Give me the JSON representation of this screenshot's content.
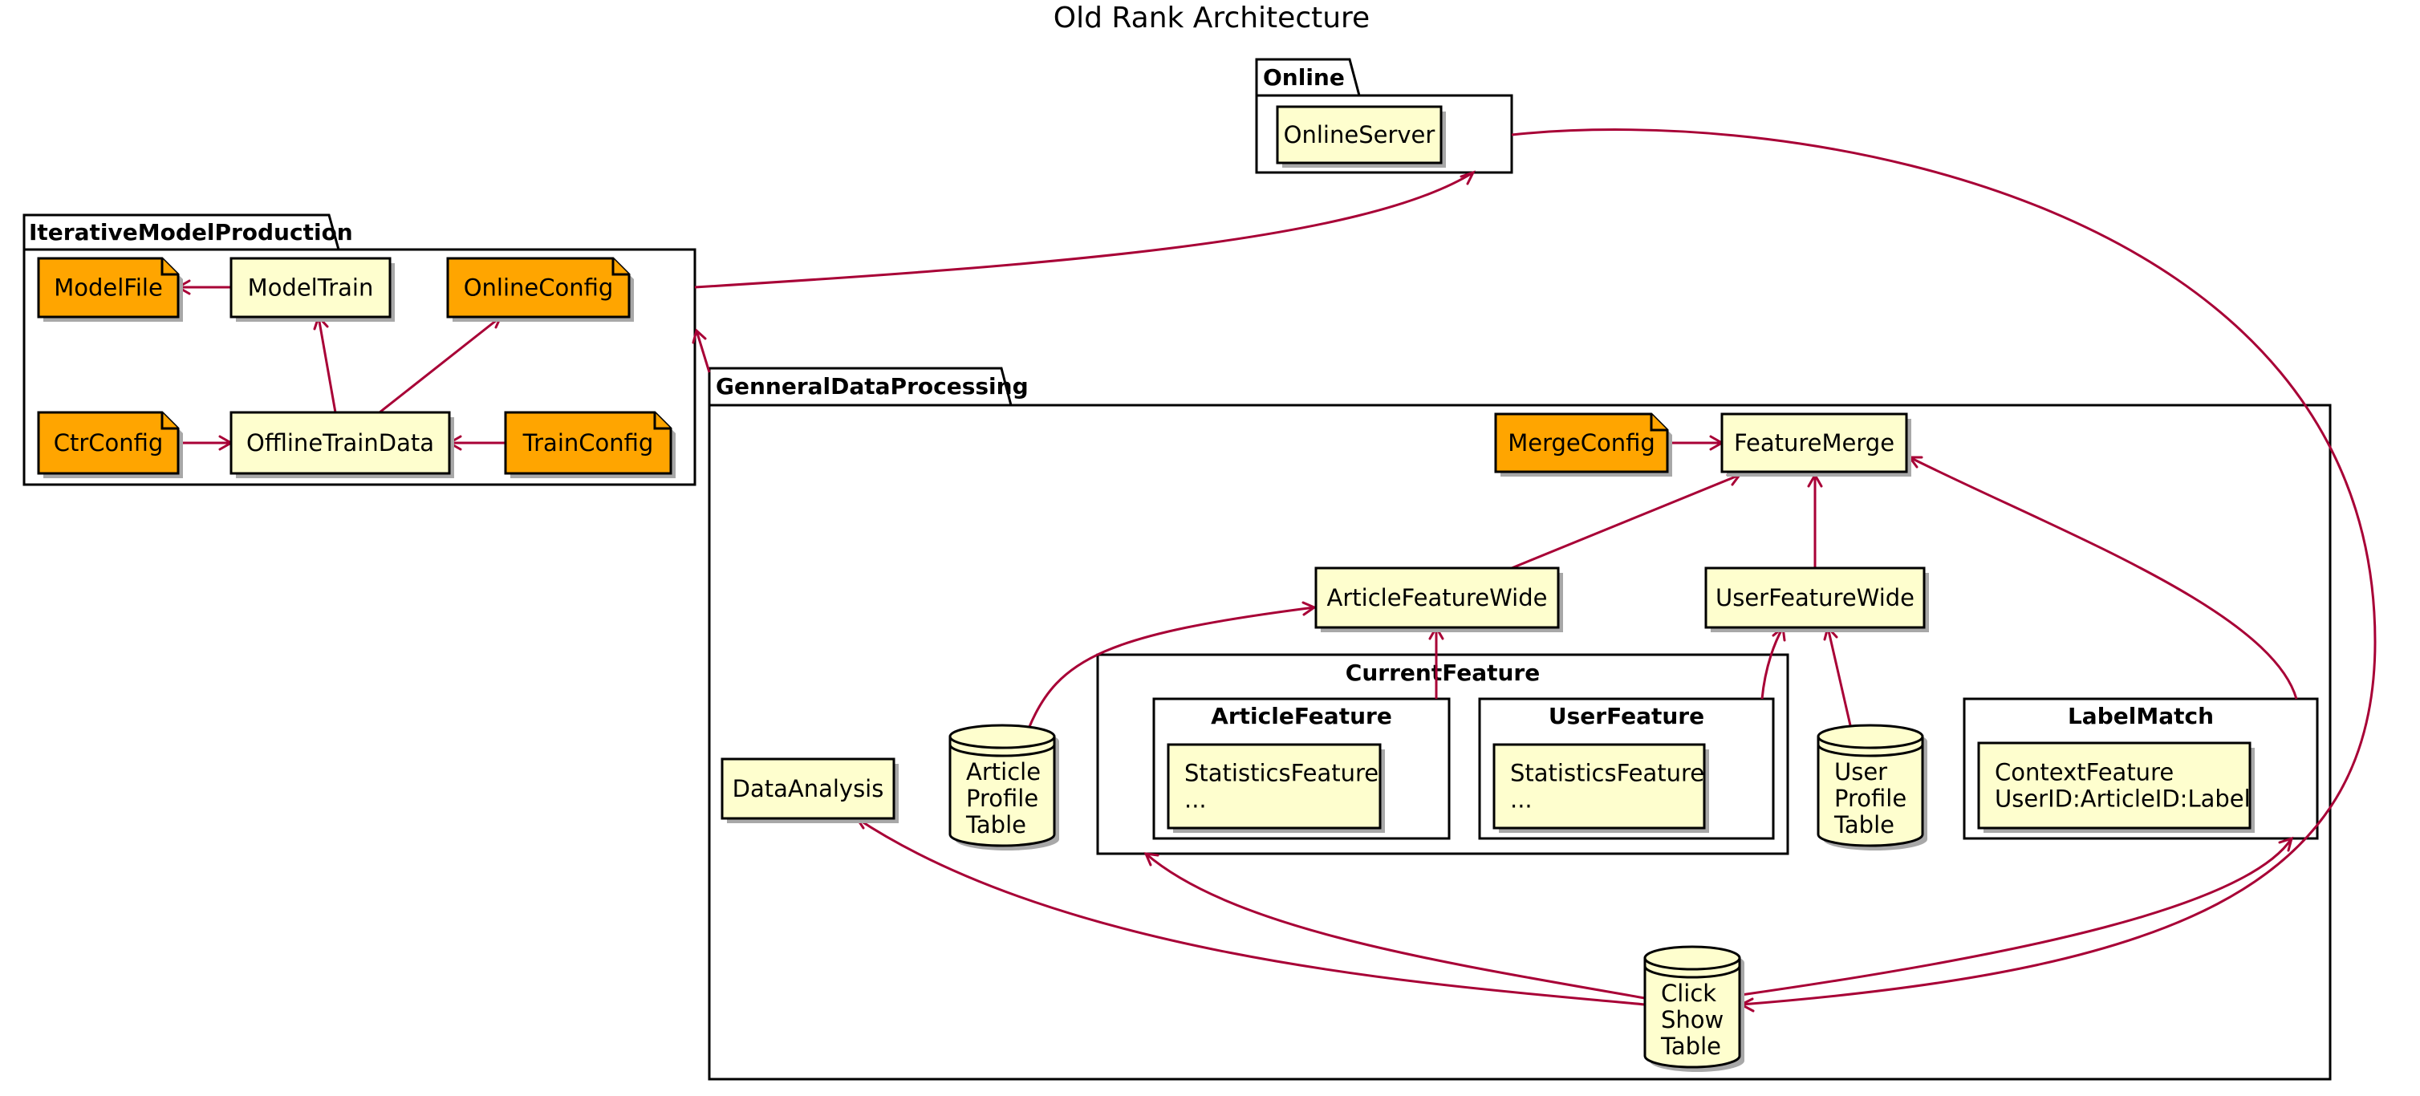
{
  "title": "Old Rank Architecture",
  "colors": {
    "box_fill": "#FEFECE",
    "note_fill": "#FFA500",
    "edge": "#A80036",
    "border": "#000000"
  },
  "packages": {
    "online": "Online",
    "iterative": "IterativeModelProduction",
    "general": "GenneralDataProcessing"
  },
  "groups": {
    "current_feature": "CurrentFeature",
    "article_feature": "ArticleFeature",
    "user_feature": "UserFeature",
    "label_match": "LabelMatch"
  },
  "nodes": {
    "online_server": [
      "OnlineServer"
    ],
    "model_file": [
      "ModelFile"
    ],
    "model_train": [
      "ModelTrain"
    ],
    "online_config": [
      "OnlineConfig"
    ],
    "ctr_config": [
      "CtrConfig"
    ],
    "offline_train_data": [
      "OfflineTrainData"
    ],
    "train_config": [
      "TrainConfig"
    ],
    "merge_config": [
      "MergeConfig"
    ],
    "feature_merge": [
      "FeatureMerge"
    ],
    "article_feature_wide": [
      "ArticleFeatureWide"
    ],
    "user_feature_wide": [
      "UserFeatureWide"
    ],
    "data_analysis": [
      "DataAnalysis"
    ],
    "article_profile_table": [
      "Article",
      "Profile",
      "Table"
    ],
    "article_statistics": [
      "StatisticsFeature",
      "..."
    ],
    "user_statistics": [
      "StatisticsFeature",
      "..."
    ],
    "user_profile_table": [
      "User",
      "Profile",
      "Table"
    ],
    "label_match_content": [
      "ContextFeature",
      "UserID:ArticleID:Label"
    ],
    "click_show_table": [
      "Click",
      "Show",
      "Table"
    ]
  }
}
